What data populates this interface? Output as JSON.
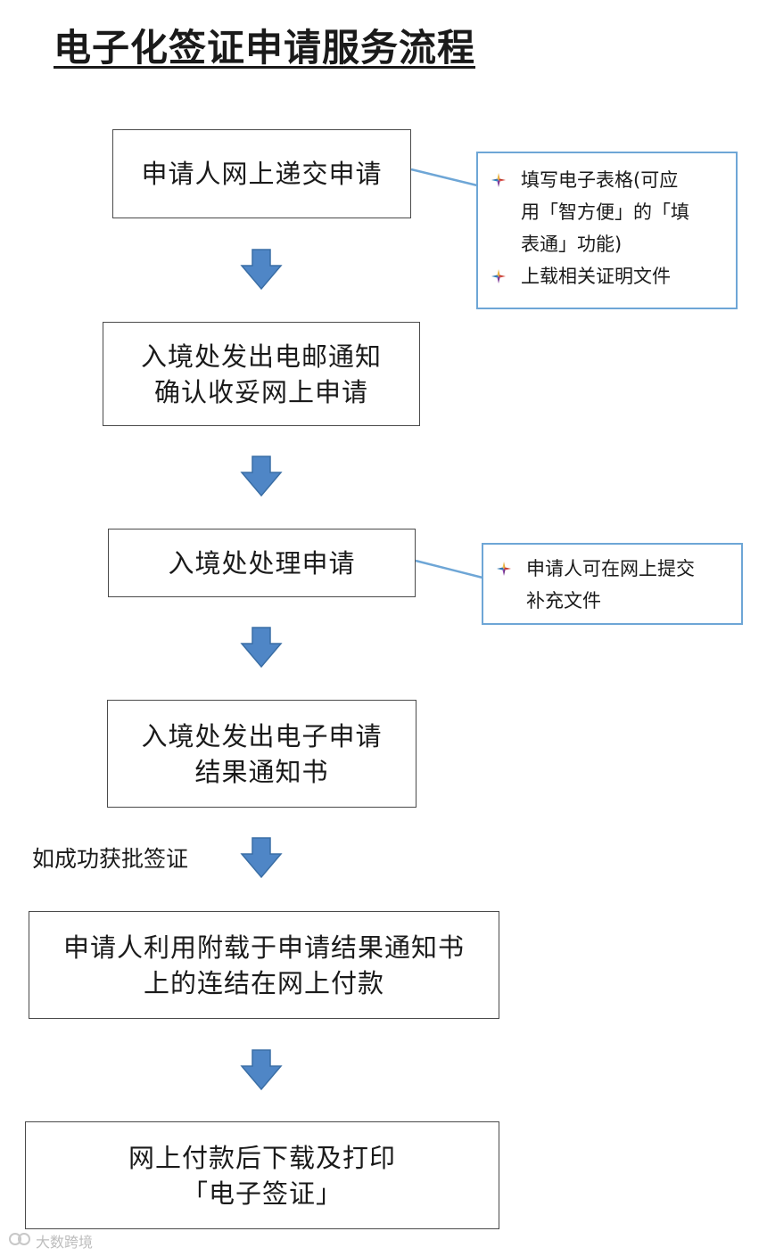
{
  "title": "电子化签证申请服务流程",
  "steps": [
    {
      "lines": [
        "申请人网上递交申请"
      ]
    },
    {
      "lines": [
        "入境处发出电邮通知",
        "确认收妥网上申请"
      ]
    },
    {
      "lines": [
        "入境处处理申请"
      ]
    },
    {
      "lines": [
        "入境处发出电子申请",
        "结果通知书"
      ]
    },
    {
      "lines": [
        "申请人利用附载于申请结果通知书",
        "上的连结在网上付款"
      ]
    },
    {
      "lines": [
        "网上付款后下载及打印",
        "「电子签证」"
      ]
    }
  ],
  "notes": [
    {
      "items": [
        {
          "lines": [
            "填写电子表格(可应",
            "用「智方便」的「填",
            "表通」功能)"
          ]
        },
        {
          "lines": [
            "上载相关证明文件"
          ]
        }
      ]
    },
    {
      "items": [
        {
          "lines": [
            "申请人可在网上提交",
            "补充文件"
          ]
        }
      ]
    }
  ],
  "side_label": "如成功获批签证",
  "watermark": "大数跨境",
  "colors": {
    "arrow": "#4f86c6",
    "arrow_stroke": "#3a6ea5",
    "note_border": "#6ea6d6",
    "step_border": "#4a4a4a"
  },
  "icons": {
    "flow_arrow": "down-arrow-icon",
    "bullet": "four-color-star-bullet-icon",
    "watermark_logo": "watermark-logo-icon"
  }
}
